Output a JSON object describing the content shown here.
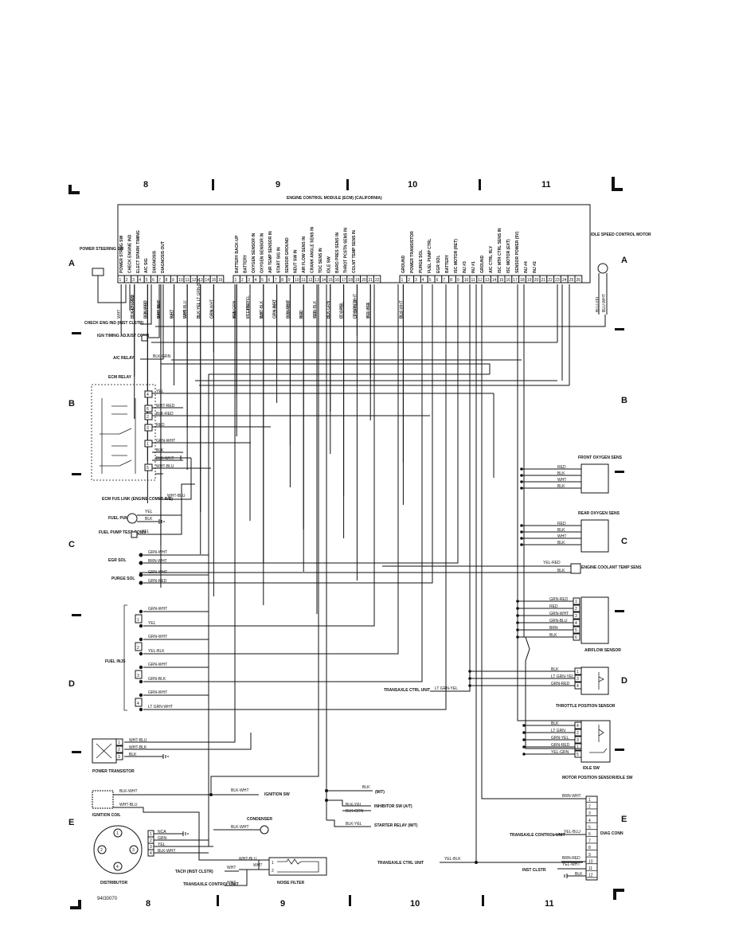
{
  "grid": {
    "columns_top": [
      "8",
      "9",
      "10",
      "11"
    ],
    "columns_bottom": [
      "8",
      "9",
      "10",
      "11"
    ],
    "rows": [
      "A",
      "B",
      "C",
      "D",
      "E"
    ]
  },
  "ecm": {
    "title": "ENGINE CONTROL MODULE (ECM) (CALIFORNIA)",
    "connector1": {
      "pins": [
        "1",
        "2",
        "3",
        "4",
        "5",
        "6",
        "7",
        "8",
        "9",
        "10",
        "11",
        "12",
        "13",
        "14",
        "15",
        "16"
      ],
      "labels": [
        "POWER STRNG SW",
        "CHECK ENGINE IND",
        "ELECT SPARK TIMING",
        "A/C SIG",
        "DIAGNOSIS",
        "DIAGNOSIS OUT"
      ]
    },
    "connector2": {
      "pins": [
        "1",
        "2",
        "3",
        "4",
        "5",
        "6",
        "7",
        "8",
        "9",
        "10",
        "11",
        "12",
        "13",
        "14",
        "15",
        "16",
        "17",
        "18",
        "19",
        "20",
        "21",
        "22"
      ],
      "labels": [
        "BATTERY BACK-UP",
        "BATTERY",
        "OXYGEN SENSOR IN",
        "OXYGEN SENSOR IN",
        "AIR TEMP SENSOR IN",
        "START SIG IN",
        "SENSOR GROUND",
        "NEUT SW IN",
        "AIR FLOW SENS IN",
        "CRANK ANGLE SENS IN",
        "TDC SENS IN",
        "IDLE SW",
        "BARO PRES SENS IN",
        "THROT PCSTN SENS IN",
        "COLNT TEMP SENS IN"
      ]
    },
    "connector3": {
      "pins": [
        "1",
        "2",
        "3",
        "4",
        "5",
        "6",
        "7",
        "8",
        "9",
        "10",
        "11",
        "12",
        "13",
        "14",
        "15",
        "16",
        "17",
        "18",
        "19",
        "20",
        "21",
        "22",
        "23",
        "24",
        "25",
        "26"
      ],
      "labels": [
        "GROUND",
        "POWER TRANSISTOR",
        "PURGE SOL",
        "FUEL PUMP CTRL",
        "EGR SOL",
        "BATTERY",
        "ISC MOTOR (RET)",
        "INJ #3",
        "INJ #1",
        "GROUND",
        "A/C CTRL RLY",
        "ISC MTR CTRL SENS IN",
        "ISC MOTOR (EXT)",
        "SENSOR POWER (5V)",
        "INJ #4",
        "INJ #2"
      ]
    }
  },
  "wire_colors_top": [
    "WHT",
    "BLK-LT GRN",
    "LT GRN-RED",
    "BLK-WHT",
    "BRN-RED",
    "BRN-WHT",
    "WHT-BLU",
    "RED",
    "WHT",
    "WHT",
    "GRN-BLU",
    "BLK-YEL",
    "BLK-YEL LT GRN-BLK",
    "GRN-WHT",
    "GRN",
    "YEL-GRN",
    "BRN",
    "LT GRN-YEL",
    "YEL-RED",
    "BLK",
    "WHT-BLK",
    "GRN-RED",
    "GRN-WHT",
    "BRN-WHT",
    "BLU-RED",
    "BLK",
    "RED",
    "GRN-BLK",
    "YEL",
    "BLK",
    "BLK-GRN",
    "LT GRN",
    "BLU-YEL",
    "GRN-RED",
    "LT GRN-WHT",
    "YEL-BLK",
    "BLU-YEL",
    "BLU-WHT",
    "BLK"
  ],
  "left_components": {
    "power_steering_sw": "POWER STEERING SW",
    "check_eng_ind": "CHECK ENG IND (INST CLSTR)",
    "ign_timing": "IGN TIMING ADJUST CONN",
    "ac_relay": "A/C RELAY",
    "ac_relay_wire": "BLK-GRN",
    "ecm_relay": "ECM RELAY",
    "ecm_relay_pins": [
      "4",
      "6",
      "2",
      "3",
      "1",
      "5"
    ],
    "ecm_relay_wires": [
      "YEL",
      "WHT-RED",
      "BLK-RED",
      "RED",
      "GRN-WHT",
      "BLK",
      "BLK-WHT",
      "WHT-BLU"
    ],
    "ecm_fus_link": "ECM FUS LINK (ENGINE COMPT R/B)",
    "ecm_fus_wire": "WHT-BLU",
    "fuel_pump": "FUEL PUMP",
    "fuel_pump_wires": [
      "YEL",
      "BLK"
    ],
    "fuel_pump_test": "FUEL PUMP TEST CONN",
    "fuel_pump_test_wire": "YEL",
    "egr_sol": "EGR SOL",
    "egr_wires": [
      "GRN-WHT",
      "BRN-WHT"
    ],
    "purge_sol": "PURGE SOL",
    "purge_wires": [
      "GRN-WHT",
      "GRN-RED"
    ],
    "fuel_injs": "FUEL INJS",
    "inj_numbers": [
      "1",
      "2",
      "3",
      "4"
    ],
    "inj_wires": [
      "GRN-WHT",
      "YEL",
      "GRN-WHT",
      "YEL-BLK",
      "GRN-WHT",
      "GRN-BLK",
      "GRN-WHT",
      "LT GRN-WHT"
    ],
    "power_transistor": "POWER TRANSISTOR",
    "pt_pins": [
      "1",
      "2",
      "3"
    ],
    "pt_wires": [
      "WHT-BLU",
      "WHT-BLK",
      "BLK"
    ],
    "ignition_coil": "IGNITION COIL",
    "coil_wires": [
      "BLK-WHT",
      "WHT-BLU"
    ],
    "distributor": "DISTRIBUTOR",
    "dist_pins": [
      "1",
      "2",
      "3",
      "4"
    ],
    "dist_wires": [
      "NCA",
      "GRN",
      "YEL",
      "BLK-WHT"
    ],
    "dist_term": [
      "1",
      "2",
      "3",
      "4"
    ]
  },
  "bottom_components": {
    "ignition_sw": "IGNITION SW",
    "ignition_wire": "BLK-WHT",
    "condenser": "CONDENSER",
    "condenser_wire": "BLK-WHT",
    "wht_blu": "WHT-BLU",
    "wht": "WHT",
    "noise_filter": "NOISE FILTER",
    "nf_pins": [
      "1",
      "2"
    ],
    "tach": "TACH (INST CLSTR)",
    "transaxle_ctrl": "TRANSAXLE CONTROL UNIT",
    "blk_mt": "BLK",
    "mt": "(M/T)",
    "blk_yel": "BLK-YEL",
    "blk_grn": "BLK-GRN",
    "inhibitor": "INHIBITOR SW (A/T)",
    "starter": "STARTER RELAY (M/T)",
    "transaxle_ctrl_unit": "TRANSAXLE CTRL UNIT",
    "transaxle_wire": "LT GRN-YEL",
    "transaxle_ctrl_unit2": "TRANSAXLE CTRL UNIT",
    "transaxle_wire2": "YEL-BLK",
    "page_code": "94I30070"
  },
  "right_components": {
    "idle_speed_motor": "IDLE SPEED CONTROL MOTOR",
    "isc_wires": [
      "BLU-YEL",
      "BLU-WHT"
    ],
    "front_o2": "FRONT OXYGEN SENS",
    "front_o2_wires": [
      "RED",
      "BLK",
      "WHT",
      "BLK"
    ],
    "rear_o2": "REAR OXYGEN SENS",
    "rear_o2_wires": [
      "RED",
      "BLK",
      "WHT",
      "BLK"
    ],
    "coolant": "ENGINE COOLANT TEMP SENS",
    "coolant_wires": [
      "YEL-RED",
      "BLK"
    ],
    "airflow": "AIRFLOW SENSOR",
    "airflow_wires": [
      "GRN-RED",
      "RED",
      "GRN-WHT",
      "GRN-BLU",
      "BRN",
      "BLK"
    ],
    "airflow_pins": [
      "1",
      "2",
      "3",
      "4",
      "5",
      "6"
    ],
    "throttle": "THROTTLE POSITION SENSOR",
    "throttle_wires": [
      "BLK",
      "LT GRN-YEL",
      "GRN-RED"
    ],
    "throttle_pins": [
      "1",
      "3",
      "4",
      "2"
    ],
    "motor_pos": "MOTOR POSITION SENSOR/IDLE SW",
    "motor_pos_wires": [
      "BLK",
      "LT GRN",
      "GRN-YEL",
      "GRN-RED",
      "YEL-GRN"
    ],
    "motor_pos_pins": [
      "4",
      "2",
      "3",
      "1",
      "5"
    ],
    "idle_sw": "IDLE SW",
    "diag": "DIAG CONN",
    "diag_pins": [
      "1",
      "2",
      "3",
      "4",
      "5",
      "6",
      "7",
      "8",
      "9",
      "10",
      "11",
      "12"
    ],
    "diag_wires": [
      "BRN-WHT",
      "YEL-BLU",
      "BRN-RED",
      "YEL-WHT",
      "BLK"
    ],
    "transaxle_control_unit": "TRANSAXLE CONTROL UNIT",
    "inst_clstr": "INST CLSTR"
  }
}
